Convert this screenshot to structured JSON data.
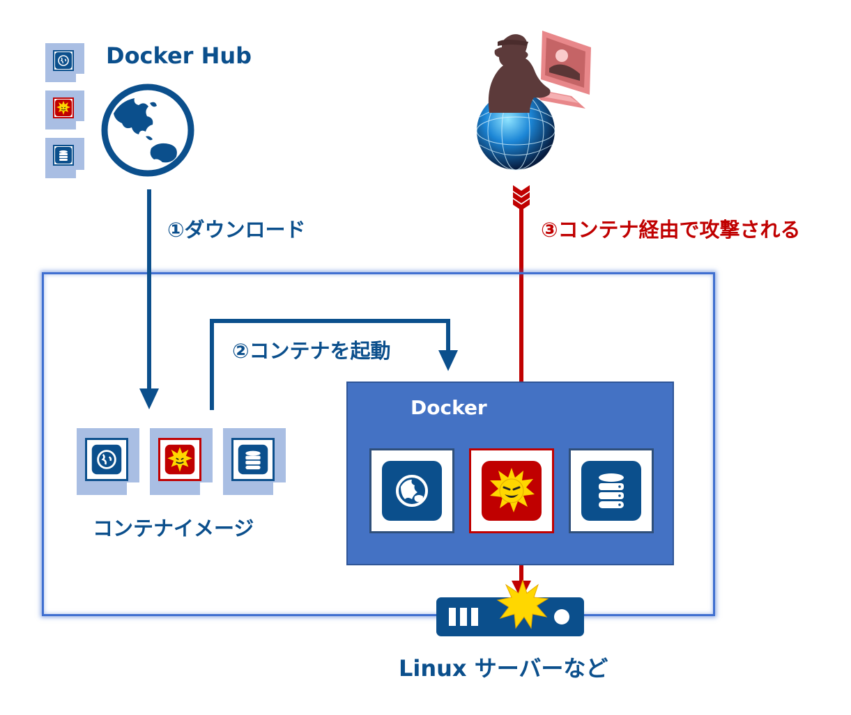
{
  "labels": {
    "docker_hub": "Docker Hub",
    "step1": "①ダウンロード",
    "step2": "②コンテナを起動",
    "step3": "③コンテナ経由で攻撃される",
    "container_images": "コンテナイメージ",
    "docker": "Docker",
    "server": "Linux サーバーなど"
  },
  "colors": {
    "primary_blue": "#0b4f8c",
    "docker_blue": "#4472c4",
    "card_blue": "#a9bee3",
    "attack_red": "#c00000",
    "explosion_yellow": "#ffd700"
  },
  "icons": {
    "globe": "globe-icon",
    "malware": "malware-face-icon",
    "database": "database-icon",
    "attacker": "hacker-icon",
    "server": "server-icon",
    "explosion": "explosion-icon"
  }
}
